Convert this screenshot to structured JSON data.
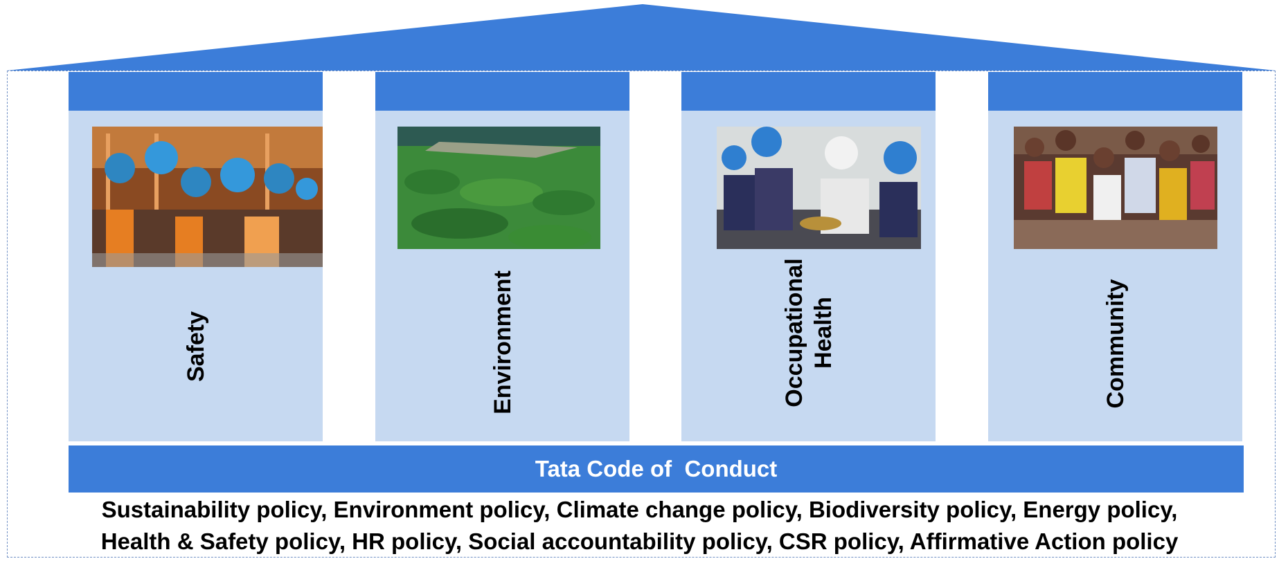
{
  "colors": {
    "roof": "#3c7dd9",
    "pillar_cap": "#3c7dd9",
    "pillar_body": "#c6d9f1",
    "code_bar": "#3c7dd9",
    "frame_border": "#6f8fc4"
  },
  "pillars": [
    {
      "label": "Safety",
      "photo": "workers-in-hard-hats-photo"
    },
    {
      "label": "Environment",
      "photo": "aerial-forest-photo"
    },
    {
      "label": "Occupational Health",
      "photo": "workers-training-photo"
    },
    {
      "label": "Community",
      "photo": "community-group-photo"
    }
  ],
  "foundation": {
    "title": "Tata Code of  Conduct",
    "policies_line1": "Sustainability policy, Environment policy, Climate change policy, Biodiversity policy, Energy policy,",
    "policies_line2": "Health & Safety policy, HR policy, Social accountability policy, CSR policy, Affirmative Action policy"
  }
}
